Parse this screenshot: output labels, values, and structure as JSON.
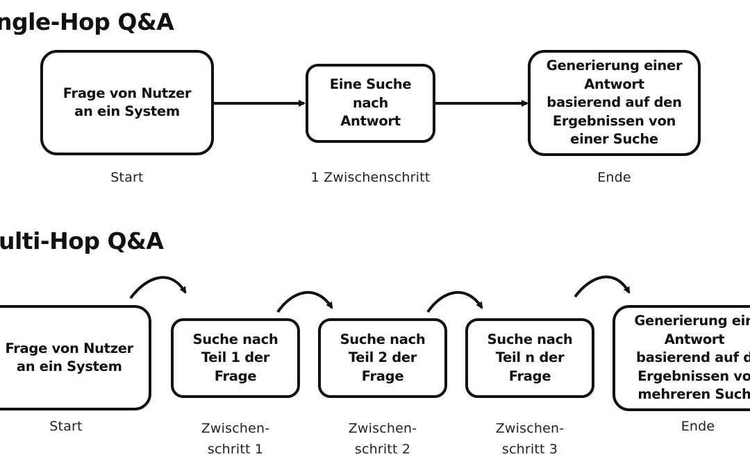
{
  "single_hop": {
    "heading": "ngle-Hop Q&A",
    "nodes": [
      {
        "text": "Frage von Nutzer\nan ein System",
        "caption": "Start"
      },
      {
        "text": "Eine Suche\nnach\nAntwort",
        "caption": "1 Zwischenschritt"
      },
      {
        "text": "Generierung einer\nAntwort\nbasierend auf den\nErgebnissen von\neiner Suche",
        "caption": "Ende"
      }
    ]
  },
  "multi_hop": {
    "heading": "ulti-Hop Q&A",
    "nodes": [
      {
        "text": "Frage von Nutzer\nan ein System",
        "caption": "Start"
      },
      {
        "text": "Suche nach\nTeil 1 der\nFrage",
        "caption": "Zwischen-\nschritt 1"
      },
      {
        "text": "Suche nach\nTeil 2 der\nFrage",
        "caption": "Zwischen-\nschritt 2"
      },
      {
        "text": "Suche nach\nTeil n der\nFrage",
        "caption": "Zwischen-\nschritt 3"
      },
      {
        "text": "Generierung ein\nAntwort\nbasierend auf d\nErgebnissen vo\nmehreren  Such",
        "caption": "Ende"
      }
    ]
  },
  "colors": {
    "stroke": "#111111",
    "background": "#ffffff",
    "text": "#111111"
  }
}
